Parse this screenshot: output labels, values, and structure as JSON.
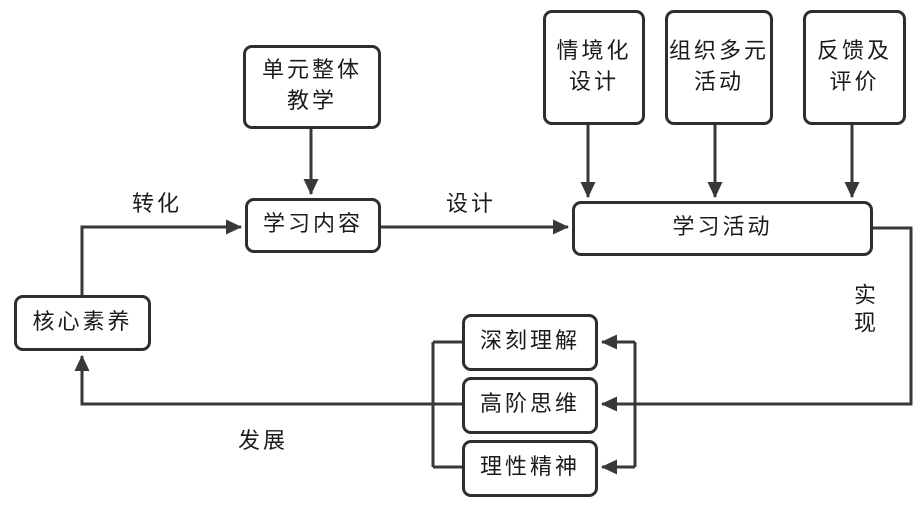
{
  "diagram": {
    "background_color": "#ffffff",
    "line_color": "#383838",
    "text_color": "#1b1b1b",
    "boxes": {
      "unit_teaching": {
        "lines": [
          "单元整体",
          "教学"
        ]
      },
      "situational_design": {
        "lines": [
          "情境化",
          "设计"
        ]
      },
      "diverse_activities": {
        "lines": [
          "组织多元",
          "活动"
        ]
      },
      "feedback_evaluation": {
        "lines": [
          "反馈及",
          "评价"
        ]
      },
      "learning_content": {
        "label": "学习内容"
      },
      "learning_activities": {
        "label": "学习活动"
      },
      "core_literacy": {
        "label": "核心素养"
      },
      "deep_understanding": {
        "label": "深刻理解"
      },
      "higher_order_thinking": {
        "label": "高阶思维"
      },
      "rational_spirit": {
        "label": "理性精神"
      }
    },
    "edge_labels": {
      "transform": "转化",
      "design": "设计",
      "realize": "实现",
      "develop": "发展"
    }
  }
}
